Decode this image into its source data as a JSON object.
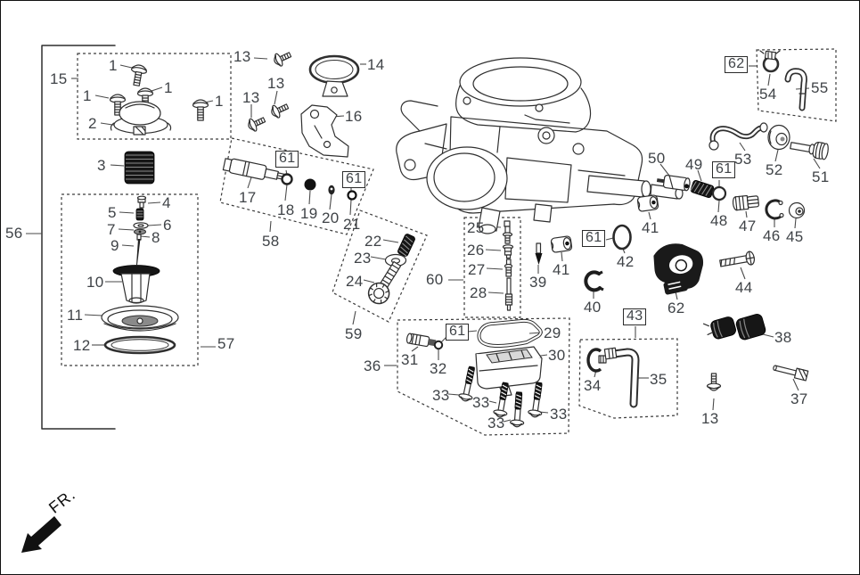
{
  "fr_label": "FR.",
  "colors": {
    "background": "#ffffff",
    "line_art": "#2f2f2f",
    "label_text": "#3f4347",
    "box_border": "#2b2b2b",
    "dashed_border": "#3c3c3c",
    "black_fill": "#161616"
  },
  "part_numbers": {
    "p1": "1",
    "p2": "2",
    "p3": "3",
    "p4": "4",
    "p5": "5",
    "p6": "6",
    "p7": "7",
    "p8": "8",
    "p9": "9",
    "p10": "10",
    "p11": "11",
    "p12": "12",
    "p13": "13",
    "p14": "14",
    "p15": "15",
    "p16": "16",
    "p17": "17",
    "p18": "18",
    "p19": "19",
    "p20": "20",
    "p21": "21",
    "p22": "22",
    "p23": "23",
    "p24": "24",
    "p25": "25",
    "p26": "26",
    "p27": "27",
    "p28": "28",
    "p29": "29",
    "p30": "30",
    "p31": "31",
    "p32": "32",
    "p33": "33",
    "p34": "34",
    "p35": "35",
    "p36": "36",
    "p37": "37",
    "p38": "38",
    "p39": "39",
    "p40": "40",
    "p41": "41",
    "p42": "42",
    "p43": "43",
    "p44": "44",
    "p45": "45",
    "p46": "46",
    "p47": "47",
    "p48": "48",
    "p49": "49",
    "p50": "50",
    "p51": "51",
    "p52": "52",
    "p53": "53",
    "p54": "54",
    "p55": "55",
    "p56": "56",
    "p57": "57",
    "p58": "58",
    "p59": "59",
    "p60": "60",
    "p61": "61",
    "p62": "62"
  }
}
